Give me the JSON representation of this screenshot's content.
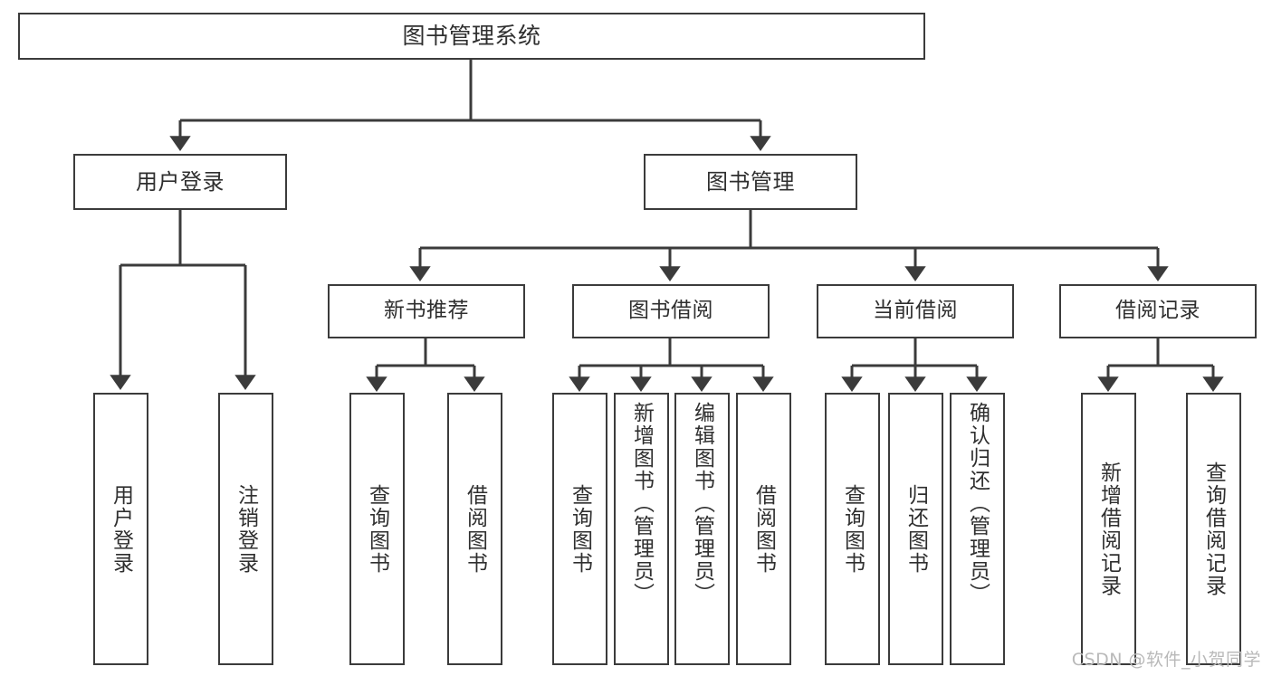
{
  "diagram": {
    "title": "图书管理系统",
    "type": "tree-hierarchy-diagram",
    "watermark": "CSDN @软件_小贺同学",
    "colors": {
      "box_border": "#3b3b3b",
      "box_fill": "#ffffff",
      "connector": "#3b3b3b",
      "text": "#2f2f2f",
      "watermark": "#b9b9b9",
      "background": "#ffffff"
    },
    "nodes": {
      "root": {
        "label": "图书管理系统"
      },
      "level_two": [
        {
          "id": "user-login",
          "label": "用户登录"
        },
        {
          "id": "book-management",
          "label": "图书管理"
        }
      ],
      "level_three": [
        {
          "id": "new-book-recommend",
          "label": "新书推荐"
        },
        {
          "id": "book-borrow",
          "label": "图书借阅"
        },
        {
          "id": "current-borrow",
          "label": "当前借阅"
        },
        {
          "id": "borrow-record",
          "label": "借阅记录"
        }
      ],
      "leaves": {
        "user_login": [
          {
            "id": "leaf-user-login",
            "label": "用户登录"
          },
          {
            "id": "leaf-logout-login",
            "label": "注销登录"
          }
        ],
        "new_book_recommend": [
          {
            "id": "leaf-query-book-1",
            "label": "查询图书"
          },
          {
            "id": "leaf-borrow-book-1",
            "label": "借阅图书"
          }
        ],
        "book_borrow": [
          {
            "id": "leaf-query-book-2",
            "label": "查询图书"
          },
          {
            "id": "leaf-add-book",
            "label": "新增图书（管理员）"
          },
          {
            "id": "leaf-edit-book",
            "label": "编辑图书（管理员）"
          },
          {
            "id": "leaf-borrow-book-2",
            "label": "借阅图书"
          }
        ],
        "current_borrow": [
          {
            "id": "leaf-query-book-3",
            "label": "查询图书"
          },
          {
            "id": "leaf-return-book",
            "label": "归还图书"
          },
          {
            "id": "leaf-confirm-return",
            "label": "确认归还（管理员）"
          }
        ],
        "borrow_record": [
          {
            "id": "leaf-add-borrow-record",
            "label": "新增借阅记录"
          },
          {
            "id": "leaf-query-borrow-record",
            "label": "查询借阅记录"
          }
        ]
      }
    }
  }
}
